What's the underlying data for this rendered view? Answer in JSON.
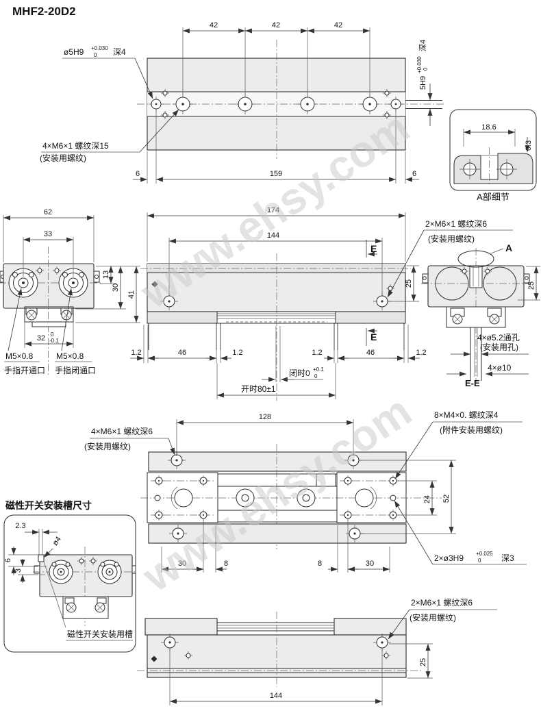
{
  "title": "MHF2-20D2",
  "watermark": "www.ehsy.com",
  "colors": {
    "line": "#2b2b2b",
    "fill": "#ececec",
    "watermark": "#c9c9c9"
  },
  "top_view": {
    "dim_a": "42",
    "dim_b": "42",
    "dim_c": "42",
    "dim_left": "6",
    "dim_len": "159",
    "dim_right": "6",
    "hole": "ø5H9",
    "hole_tol_up": "+0.030",
    "hole_tol_dn": "0",
    "hole_depth": "深4",
    "thread": "4×M6×1 螺纹深15",
    "thread_note": "(安装用螺纹)",
    "slot": "5H9",
    "slot_tol_up": "+0.030",
    "slot_tol_dn": "0",
    "slot_depth": "深4"
  },
  "detail_a": {
    "width": "18.6",
    "step": "0.3",
    "caption": "A部细节"
  },
  "front_view": {
    "dim_62": "62",
    "dim_33": "33",
    "dim_13": "13",
    "dim_30": "30",
    "dim_41": "41",
    "dim_32": "32",
    "tol_up": "0",
    "tol_dn": "-0.1",
    "port_open": "M5×0.8",
    "port_open_name": "手指开通口",
    "port_close": "M5×0.8",
    "port_close_name": "手指闭通口"
  },
  "main_view": {
    "dim_174": "174",
    "dim_144": "144",
    "dim_25": "25",
    "thread": "2×M6×1 螺纹深6",
    "thread_note": "(安装用螺纹)",
    "section_top": "E",
    "section_bottom": "E",
    "d1": "1.2",
    "d2": "46",
    "d3": "1.2",
    "d4": "1.2",
    "d5": "46",
    "d6": "1.2",
    "closed": "闭时0",
    "closed_up": "+0.1",
    "closed_dn": "0",
    "open": "开时80±1"
  },
  "section_ee": {
    "mark": "A",
    "dim_25": "25",
    "holes": "4×ø5.2通孔",
    "holes_note": "(安装用孔)",
    "cbore": "4×ø10",
    "caption": "E-E"
  },
  "attach_view": {
    "dim_128": "128",
    "thread_m6": "4×M6×1 螺纹深6",
    "thread_m6_note": "(安装用螺纹)",
    "thread_m4": "8×M4×0. 螺纹深4",
    "thread_m4_note": "(附件安装用螺纹)",
    "dim_24": "24",
    "dim_52": "52",
    "pin": "2×ø3H9",
    "pin_up": "+0.025",
    "pin_dn": "0",
    "pin_depth": "深3",
    "d30l": "30",
    "d8l": "8",
    "d8r": "8",
    "d30r": "30"
  },
  "sensor": {
    "heading": "磁性开关安装槽尺寸",
    "d23": "2.3",
    "d6": "6",
    "d3": "3",
    "d4": "ø4",
    "slot_label": "磁性开关安装用槽"
  },
  "rear_view": {
    "thread": "2×M6×1 螺纹深6",
    "thread_note": "(安装用螺纹)",
    "dim_25": "25",
    "dim_144": "144"
  }
}
